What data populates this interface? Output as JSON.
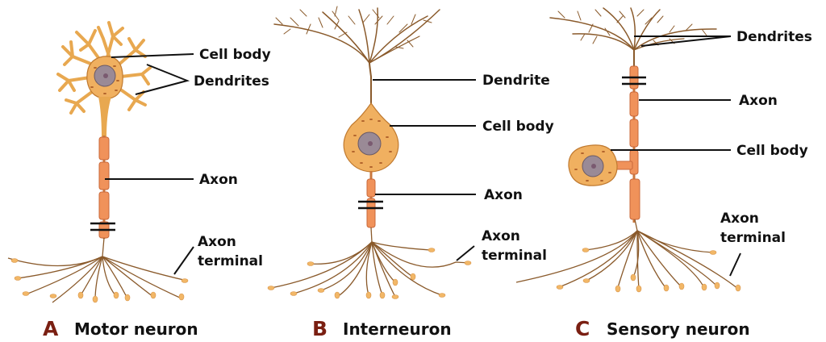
{
  "figure": {
    "type": "neuron-types-diagram",
    "colors": {
      "letter": "#7a1f12",
      "label_text": "#111111",
      "axon": "#f0925a",
      "soma": "#f0b060",
      "dendrite": "#8a5a2b",
      "terminal_bulb": "#f2b767"
    },
    "panels": [
      {
        "letter": "A",
        "caption": "Motor neuron",
        "labels": {
          "cell_body": "Cell body",
          "dendrites": "Dendrites",
          "axon": "Axon",
          "axon_terminal_line1": "Axon",
          "axon_terminal_line2": "terminal"
        }
      },
      {
        "letter": "B",
        "caption": "Interneuron",
        "labels": {
          "dendrite": "Dendrite",
          "cell_body": "Cell body",
          "axon": "Axon",
          "axon_terminal_line1": "Axon",
          "axon_terminal_line2": "terminal"
        }
      },
      {
        "letter": "C",
        "caption": "Sensory neuron",
        "labels": {
          "dendrites": "Dendrites",
          "axon": "Axon",
          "cell_body": "Cell body",
          "axon_terminal_line1": "Axon",
          "axon_terminal_line2": "terminal"
        }
      }
    ]
  }
}
